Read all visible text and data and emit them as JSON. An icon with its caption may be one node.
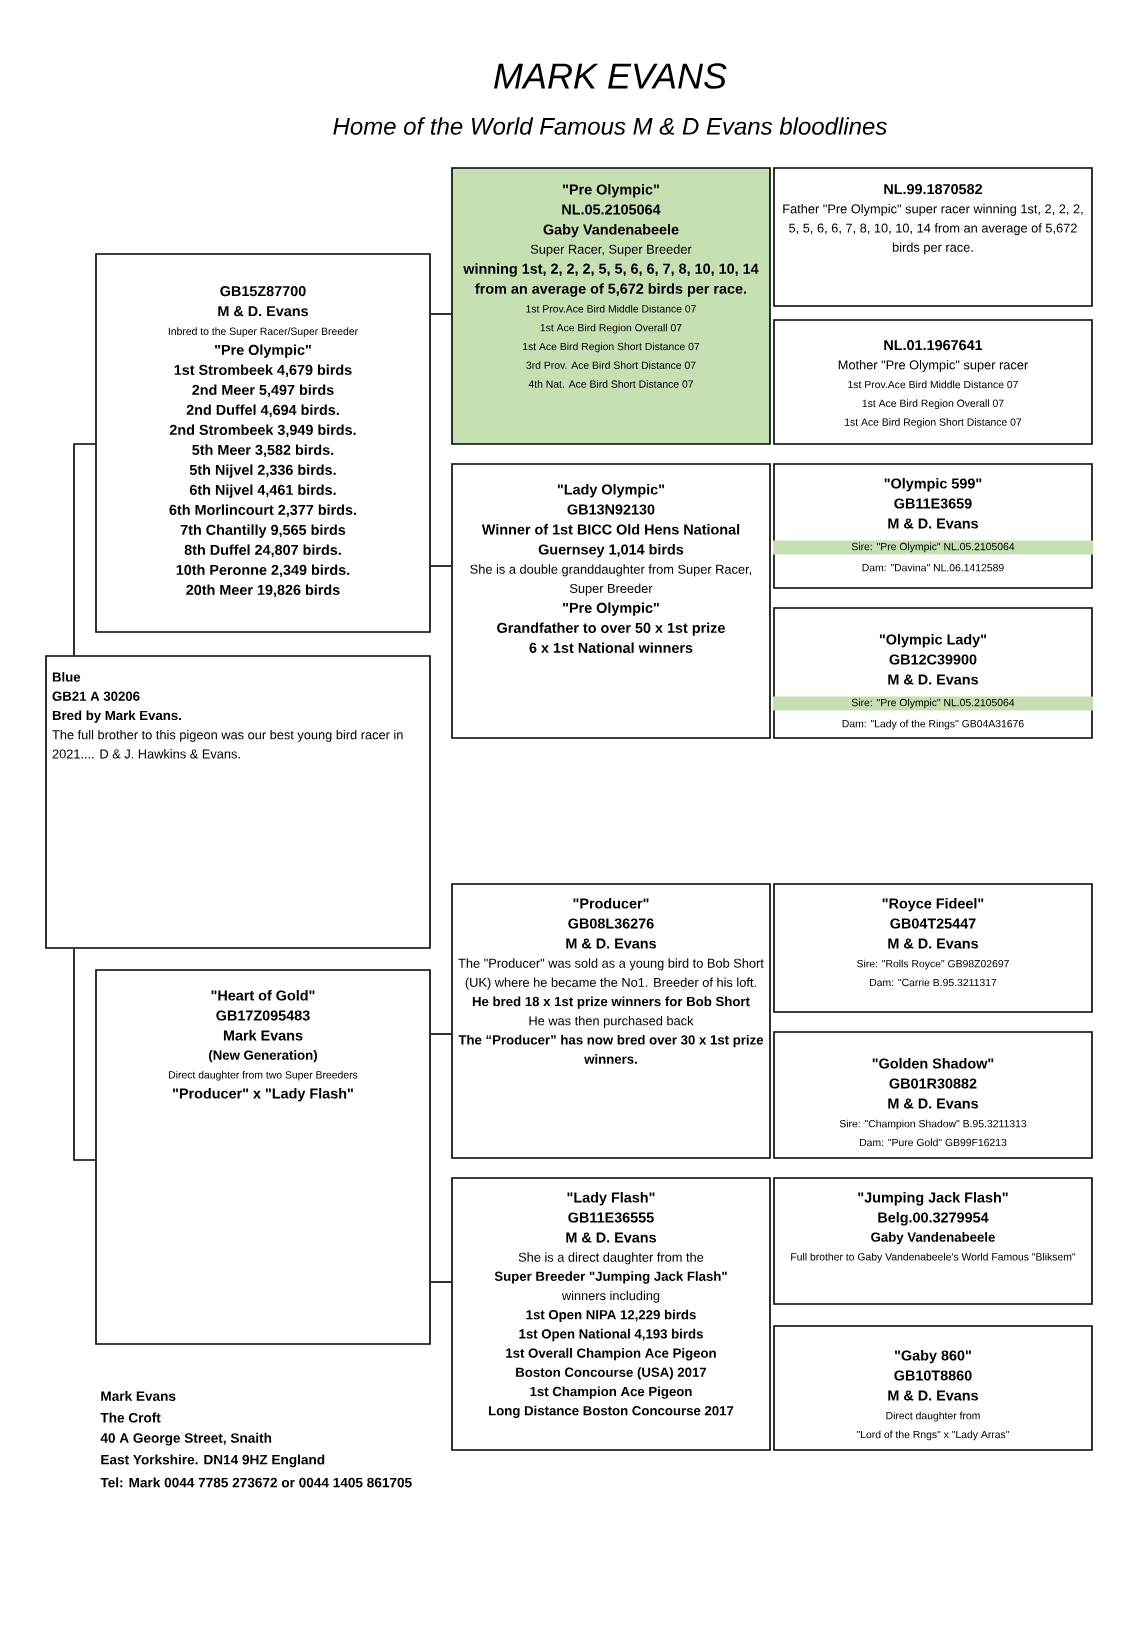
{
  "diagram": {
    "title": "MARK EVANS",
    "nodes": [
      {
        "text": [
          "Blue",
          "GB21 A 30206",
          "Bred by Mark Evans.",
          "The full brother to this pigeon was our best young bird racer in 2021.... D & J. Hawkins & Evans."
        ]
      },
      {
        "text": [
          "GB15Z87700",
          "M & D. Evans",
          "Inbred to the Super Racer/Super Breeder",
          "\"Pre Olympic\"",
          "1st Strombeek 4,679 birds",
          "2nd Meer 5,497 birds",
          "2nd Duffel 4,694 birds.",
          "2nd Strombeek 3,949 birds.",
          "5th Meer 3,582 birds.",
          "5th Nijvel 2,336 birds.",
          "6th Nijvel 4,461 birds.",
          "6th Morlincourt 2,377 birds.",
          "7th Chantilly 9,565 birds",
          "8th Duffel 24,807 birds.",
          "10th Peronne 2,349 birds.",
          "20th Meer 19,826 birds"
        ]
      },
      {
        "text": [
          "\"Heart of Gold\"",
          "GB17Z095483",
          "Mark Evans",
          "(New Generation)",
          "Direct daughter from two Super Breeders",
          "\"Producer\" x \"Lady Flash\""
        ]
      },
      {
        "text": [
          "\"Pre Olympic\"",
          "NL.05.2105064",
          "Gaby Vandenabeele",
          "Super Racer, Super Breeder",
          "winning 1st, 2, 2, 2, 5, 5, 6, 6, 7, 8, 10, 10, 14 from an average of 5,672 birds per race.",
          "1st Prov.Ace Bird Middle Distance 07",
          "1st Ace Bird Region Overall 07",
          "1st Ace Bird Region Short Distance 07",
          "3rd Prov. Ace Bird Short Distance 07",
          "4th Nat. Ace Bird Short Distance 07"
        ]
      },
      {
        "text": [
          "NL.99.1870582",
          "Father \"Pre Olympic\" super racer winning 1st, 2, 2, 2, 5, 5, 6, 6, 7, 8, 10, 10, 14 from an average of 5,672 birds per race."
        ]
      },
      {
        "text": [
          "NL.01.1967641",
          "Mother \"Pre Olympic\" super racer",
          "1st Prov.Ace Bird Middle Distance 07",
          "1st Ace Bird Region Overall 07",
          "1st Ace Bird Region Short Distance 07"
        ]
      },
      {
        "text": [
          "\"Lady Olympic\"",
          "GB13N92130",
          "Winner of 1st BICC Old Hens National Guernsey 1,014 birds",
          "She is a double granddaughter from Super Racer, Super Breeder",
          "\"Pre Olympic\"",
          "Grandfather to over 50 x 1st prize",
          "6 x 1st National winners"
        ]
      },
      {
        "text": [
          "\"Olympic 599\"",
          "GB11E3659",
          "M & D. Evans",
          "Sire: \"Pre Olympic\" NL.05.2105064",
          "Dam: \"Davina\" NL.06.1412589"
        ]
      },
      {
        "text": [
          "\"Olympic Lady\"",
          "GB12C39900",
          "M & D. Evans",
          "Sire: \"Pre Olympic\" NL.05.2105064",
          "Dam: \"Lady of the Rings\" GB04A31676"
        ]
      },
      {
        "text": [
          "\"Producer\"",
          "GB08L36276",
          "M & D. Evans",
          "The \"Producer\" was sold as a young bird to Bob Short (UK) where he became the No1. Breeder of his loft.",
          "He bred 18 x 1st prize winners for Bob Short",
          "He was then purchased back",
          "The “Producer” has now bred over 30 x 1st prize winners."
        ]
      },
      {
        "text": [
          "\"Royce Fideel\"",
          "GB04T25447",
          "M & D. Evans",
          "Sire: \"Rolls Royce\" GB98Z02697",
          "Dam: \"Carrie B.95.3211317"
        ]
      },
      {
        "text": [
          "\"Golden Shadow\"",
          "GB01R30882",
          "M & D. Evans",
          "Sire: \"Champion Shadow\" B.95.3211313",
          "Dam: \"Pure Gold\" GB99F16213"
        ]
      },
      {
        "text": [
          "\"Lady Flash\"",
          "GB11E36555",
          "M & D. Evans",
          "She is a direct daughter from the",
          "Super Breeder \"Jumping Jack Flash\"",
          "winners including",
          "1st Open NIPA 12,229 birds",
          "1st Open National 4,193 birds",
          "1st Overall Champion Ace Pigeon",
          "Boston Concourse (USA) 2017",
          "1st Champion Ace Pigeon",
          "Long Distance Boston Concourse 2017"
        ]
      },
      {
        "text": [
          "\"Jumping Jack Flash\"",
          "Belg.00.3279954",
          "Gaby Vandenabeele",
          "Full brother to Gaby Vandenabeele's World Famous \"Bliksem\""
        ]
      },
      {
        "text": [
          "\"Gaby 860\"",
          "GB10T8860",
          "M & D. Evans",
          "Direct daughter from",
          "\"Lord of the Rngs\" x \"Lady Arras\""
        ]
      }
    ],
    "edges": [
      {
        "from": 0,
        "to": 1,
        "arrow": "none"
      },
      {
        "from": 0,
        "to": 2,
        "arrow": "none"
      },
      {
        "from": 1,
        "to": 3,
        "arrow": "none"
      },
      {
        "from": 1,
        "to": 6,
        "arrow": "none"
      },
      {
        "from": 2,
        "to": 9,
        "arrow": "none"
      },
      {
        "from": 2,
        "to": 12,
        "arrow": "none"
      }
    ],
    "labels": [
      "Home of the World Famous M & D Evans bloodlines",
      "Mark Evans",
      "The Croft",
      "40 A George Street, Snaith",
      "East Yorkshire. DN14 9HZ England",
      "Tel: Mark 0044 7785 273672 or 0044 1405 861705"
    ]
  }
}
